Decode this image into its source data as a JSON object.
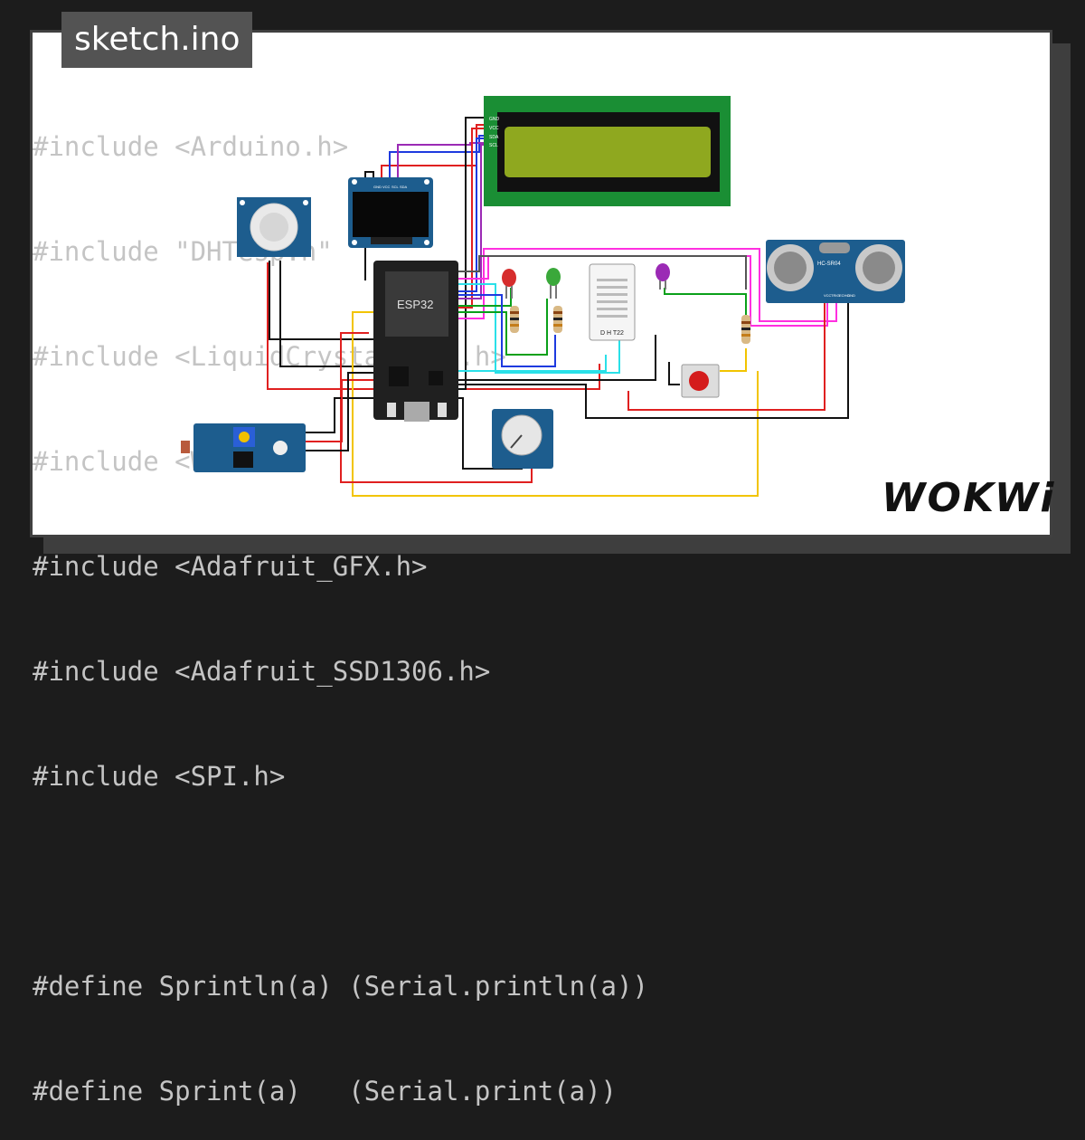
{
  "file_tab": {
    "label": "sketch.ino"
  },
  "code_lines": [
    "#include <Arduino.h>",
    "#include \"DHTesp.h\"",
    "#include <LiquidCrystal_I2C.h>",
    "#include <Wire.h>",
    "#include <Adafruit_GFX.h>",
    "#include <Adafruit_SSD1306.h>",
    "#include <SPI.h>",
    "",
    "#define Sprintln(a) (Serial.println(a))",
    "#define Sprint(a)   (Serial.print(a))"
  ],
  "components": {
    "esp32": {
      "label": "ESP32"
    },
    "dht": {
      "label": "D H T22"
    },
    "ultrasonic": {
      "label": "HC-SR04",
      "pins": [
        "VCC",
        "TRIG",
        "ECHO",
        "GND"
      ]
    },
    "oled": {
      "pins": [
        "GND",
        "VCC",
        "SCL",
        "SDA"
      ]
    },
    "lcd": {
      "pins": [
        "GND",
        "VCC",
        "SDA",
        "SCL"
      ]
    }
  },
  "logo": {
    "text": "WOKWi"
  },
  "colors": {
    "lcd_board": "#1a8e34",
    "lcd_screen": "#8fa81f",
    "led_red": "#d62d2d",
    "led_green": "#3aa83a",
    "led_purple": "#9b2ab5",
    "board": "#1d5d8e"
  }
}
